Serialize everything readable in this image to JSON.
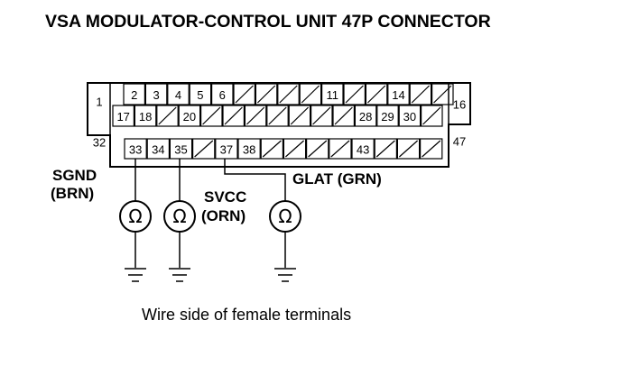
{
  "title": "VSA MODULATOR-CONTROL UNIT 47P CONNECTOR",
  "caption": "Wire side of female terminals",
  "connector": {
    "side_labels": {
      "left_top": "1",
      "left_bottom": "32",
      "right_top": "16",
      "right_bottom": "47"
    },
    "row1": [
      "2",
      "3",
      "4",
      "5",
      "6",
      "",
      "",
      "",
      "",
      "11",
      "",
      "",
      "14",
      "",
      ""
    ],
    "row2": [
      "17",
      "18",
      "",
      "20",
      "",
      "",
      "",
      "",
      "",
      "",
      "",
      "28",
      "29",
      "30",
      ""
    ],
    "row3": [
      "33",
      "34",
      "35",
      "",
      "37",
      "38",
      "",
      "",
      "",
      "",
      "43",
      "",
      "",
      ""
    ]
  },
  "signals": {
    "sgnd": {
      "name": "SGND",
      "wire": "(BRN)"
    },
    "svcc": {
      "name": "SVCC",
      "wire": "(ORN)"
    },
    "glat": {
      "name": "GLAT (GRN)"
    }
  },
  "meter_symbol": "Ω",
  "icons": {
    "meter": "ohmmeter-icon",
    "ground": "ground-icon"
  }
}
